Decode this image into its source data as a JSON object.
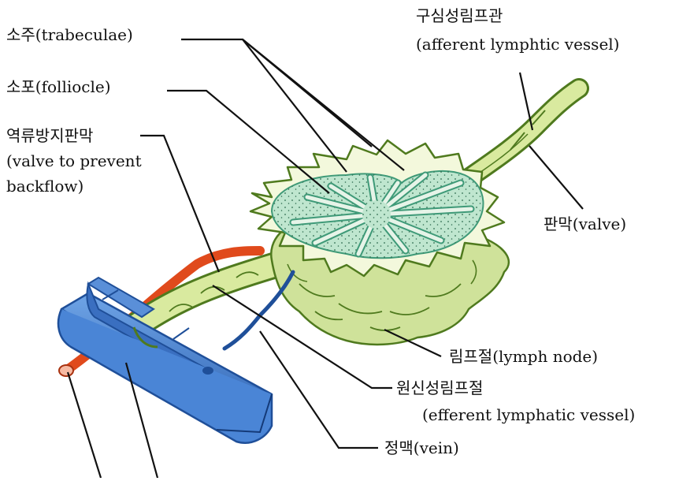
{
  "labels": {
    "trabeculae": "소주(trabeculae)",
    "follicle": "소포(folliocle)",
    "valve_prevent_l1": "역류방지판막",
    "valve_prevent_l2": "(valve to prevent",
    "valve_prevent_l3": "backflow)",
    "afferent_l1": "구심성림프관",
    "afferent_l2": "(afferent lymphtic vessel)",
    "valve": "판막(valve)",
    "lymph_node": "림프절(lymph node)",
    "efferent_l1": "원신성림프절",
    "efferent_l2": "(efferent lymphatic vessel)",
    "vein": "정맥(vein)"
  },
  "colors": {
    "node_outer": "#cfe29a",
    "node_outline": "#4f7a1e",
    "node_inner": "#f3f8dc",
    "follicle_fill": "#bfe6cf",
    "follicle_outline": "#3f9a78",
    "vessel": "#d9ea9f",
    "vein_blue": "#3f7fcf",
    "vein_dark": "#1f4f99",
    "artery_red": "#e04a1c"
  }
}
